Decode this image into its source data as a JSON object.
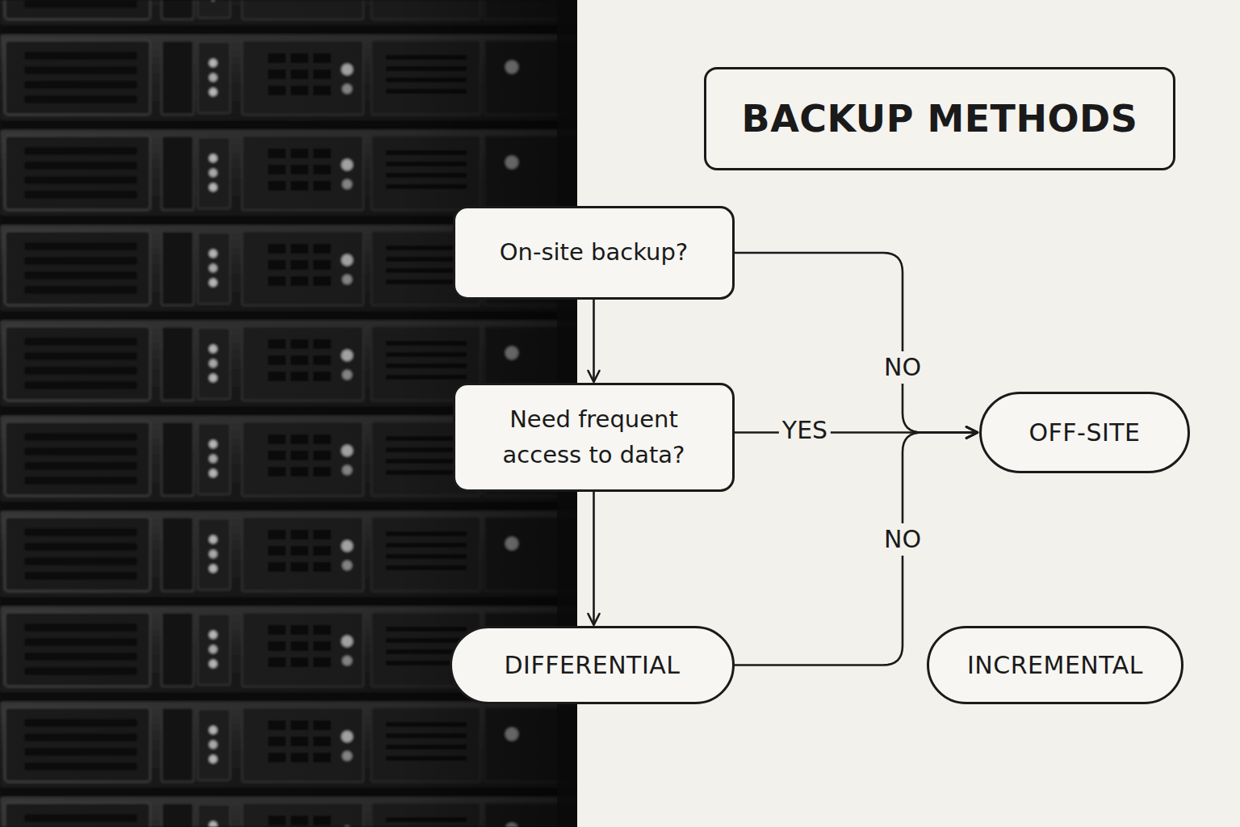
{
  "diagram": {
    "title": "BACKUP METHODS",
    "nodes": [
      {
        "text": [
          "On-site backup?"
        ]
      },
      {
        "text": [
          "Need frequent access to data?"
        ]
      },
      {
        "text": [
          "OFF-SITE"
        ]
      },
      {
        "text": [
          "DIFFERENTIAL"
        ]
      },
      {
        "text": [
          "INCREMENTAL"
        ]
      }
    ],
    "edges": [
      {
        "from": 0,
        "to": 1,
        "arrow": "to"
      },
      {
        "from": 0,
        "to": 2,
        "label": "NO",
        "arrow": "to"
      },
      {
        "from": 1,
        "to": 2,
        "label": "YES",
        "arrow": "to"
      },
      {
        "from": 1,
        "to": 3,
        "arrow": "to"
      },
      {
        "from": 3,
        "to": 2,
        "label": "NO",
        "arrow": "to"
      }
    ]
  }
}
